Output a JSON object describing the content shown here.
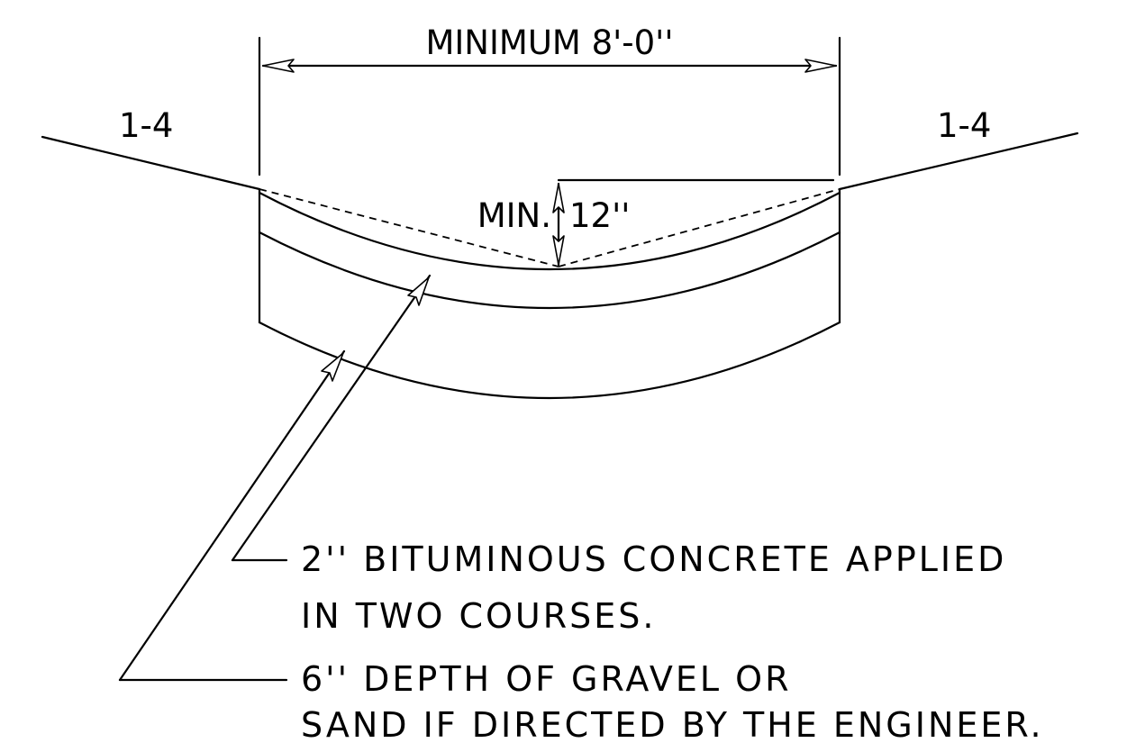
{
  "dimensions": {
    "width_label": "MINIMUM 8'-0''",
    "depth_label_prefix": "MIN.",
    "depth_label_value": "12''"
  },
  "slopes": {
    "left_label": "1-4",
    "right_label": "1-4"
  },
  "callouts": {
    "bituminous": {
      "line1": "2'' BITUMINOUS CONCRETE APPLIED",
      "line2": "IN TWO COURSES."
    },
    "gravel": {
      "line1": "6'' DEPTH OF GRAVEL OR",
      "line2": "SAND IF DIRECTED BY THE ENGINEER."
    }
  },
  "colors": {
    "ink": "#000000",
    "paper": "#ffffff"
  }
}
